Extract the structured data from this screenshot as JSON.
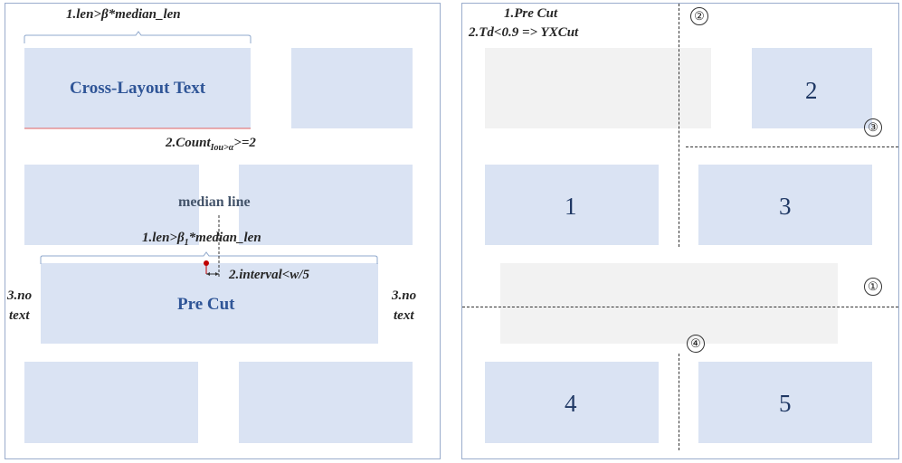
{
  "left": {
    "rule1_label": "1.len>β*median_len",
    "block_main_label": "Cross-Layout Text",
    "rule2_prefix": "2.Count",
    "rule2_sub": "Iou>α",
    "rule2_suffix": ">=2",
    "median_line_label": "median line",
    "rule_b1_prefix": "1.len>β",
    "rule_b1_sub": "1",
    "rule_b1_suffix": "*median_len",
    "interval_label": "2.interval<w/5",
    "precut_label": "Pre Cut",
    "no_text_left": [
      "3.no",
      "text"
    ],
    "no_text_right": [
      "3.no",
      "text"
    ]
  },
  "right": {
    "step1": "1.Pre Cut",
    "step2": "2.Td<0.9 => YXCut",
    "numbers": [
      "1",
      "2",
      "3",
      "4",
      "5"
    ],
    "circles": [
      "②",
      "③",
      "①",
      "④"
    ]
  }
}
